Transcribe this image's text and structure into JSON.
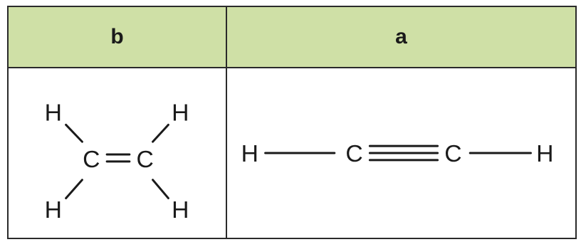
{
  "table": {
    "headers": [
      "b",
      "a"
    ]
  },
  "molecule_b": {
    "atoms": {
      "h_top_left": "H",
      "h_top_right": "H",
      "c_left": "C",
      "c_right": "C",
      "h_bottom_left": "H",
      "h_bottom_right": "H"
    }
  },
  "molecule_a": {
    "atoms": {
      "h_left": "H",
      "c_left": "C",
      "c_right": "C",
      "h_right": "H"
    }
  }
}
